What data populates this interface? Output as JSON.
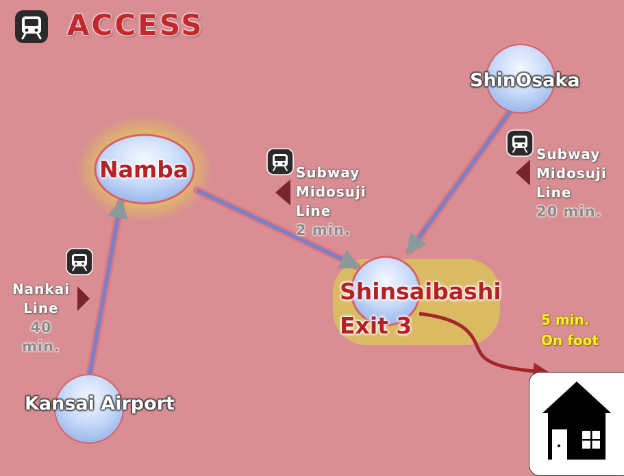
{
  "header": {
    "title": "ACCESS",
    "icon": "train-icon"
  },
  "stations": {
    "namba": "Namba",
    "shin_osaka": "ShinOsaka",
    "kansai_airport": "Kansai Airport",
    "shinsaibashi": "Shinsaibashi",
    "shinsaibashi_exit": "Exit 3"
  },
  "routes": {
    "airport_namba": {
      "line1": "Nankai",
      "line2": "Line",
      "duration": "40 min."
    },
    "namba_shinsaibashi": {
      "line1": "Subway",
      "line2": "Midosuji",
      "line3": "Line",
      "duration": "2 min."
    },
    "shinosaka_shinsaibashi": {
      "line1": "Subway",
      "line2": "Midosuji",
      "line3": "Line",
      "duration": "20 min."
    }
  },
  "walk": {
    "duration": "5 min.",
    "mode": "On foot"
  },
  "destination": {
    "icon": "house-icon"
  },
  "colors": {
    "background": "#d88e92",
    "title": "#c4272c",
    "route_line": "#7f7fc4",
    "walk_line": "#a4262a",
    "walk_text": "#ffee22",
    "pointer": "#7a2230",
    "node_fill": "#c8d8f8",
    "highlight_glow": "#d8c05a"
  }
}
